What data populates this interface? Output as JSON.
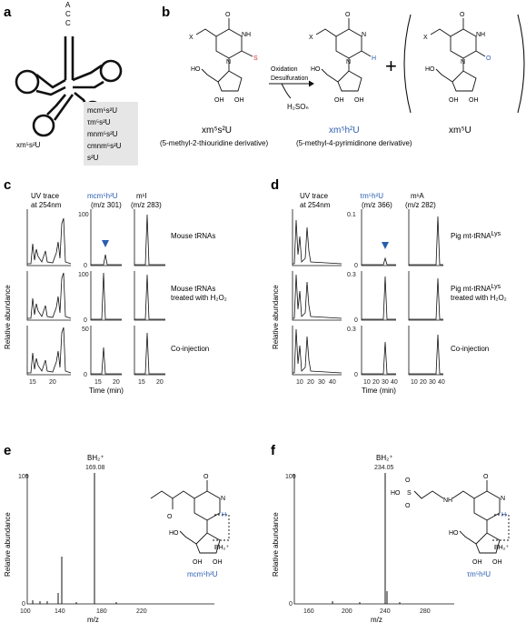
{
  "panels": {
    "a": {
      "label": "a",
      "acc": [
        "A",
        "C",
        "C"
      ],
      "mod_main": "xm⁵s²U",
      "mod_list": [
        "mcm⁵s²U",
        "τm⁵s²U",
        "mnm⁵s²U",
        "cmnm⁵s²U",
        "s²U"
      ]
    },
    "b": {
      "label": "b",
      "reaction_1": "Oxidation",
      "reaction_2": "Desulfuration",
      "byproduct": "H₂SOₙ",
      "sub1_name": "xm⁵s²U",
      "sub1_desc": "(5-methyl-2-thiouridine derivative)",
      "sub2_name": "xm⁵h²U",
      "sub2_desc": "(5-methyl-4-pyrimidinone derivative)",
      "sub3_name": "xm⁵U",
      "plus": "+",
      "atom_x": "X",
      "atom_o": "O",
      "atom_n": "N",
      "atom_nh": "NH",
      "atom_s": "S",
      "atom_h": "H",
      "atom_ho": "HO",
      "atom_oh": "OH"
    },
    "c": {
      "label": "c",
      "col_titles": [
        "UV trace",
        "at 254nm",
        "mcm⁵h²U",
        "(m/z 301)",
        "m¹I",
        "(m/z 283)"
      ],
      "row_labels": [
        "Mouse tRNAs",
        "Mouse tRNAs",
        "treated with H₂O₂",
        "Co-injection"
      ],
      "y_ticks": {
        "r1": [
          "100",
          "0"
        ],
        "r2": [
          "100",
          "0"
        ],
        "r3": [
          "50",
          "0"
        ]
      },
      "x_ticks": [
        "15",
        "20"
      ],
      "xlabel": "Time (min)",
      "ylabel": "Relative abundance"
    },
    "d": {
      "label": "d",
      "col_titles": [
        "UV trace",
        "at 254nm",
        "τm⁵h²U",
        "(m/z 366)",
        "m¹A",
        "(m/z 282)"
      ],
      "row_labels": [
        "Pig mt-tRNA",
        "Pig mt-tRNA",
        "treated with H₂O₂",
        "Co-injection"
      ],
      "superscript": "Lys",
      "y_ticks": {
        "r1": [
          "0.1",
          "0"
        ],
        "r2": [
          "0.3",
          "0"
        ],
        "r3": [
          "0.3",
          "0"
        ]
      },
      "x_ticks": [
        "10",
        "20",
        "30",
        "40"
      ],
      "xlabel": "Time (min)",
      "ylabel": "Relative abundance"
    },
    "e": {
      "label": "e",
      "peak_label": "BH₂⁺",
      "peak_mz": "169.08",
      "y_ticks": [
        "100",
        "0"
      ],
      "x_ticks": [
        "100",
        "140",
        "180",
        "220"
      ],
      "xlabel": "m/z",
      "ylabel": "Relative abundance",
      "compound": "mcm⁵h²U",
      "fragment": "BH₂⁺",
      "atom_o": "O",
      "atom_n": "N",
      "atom_h": "H",
      "atom_ho": "HO",
      "atom_oh": "OH"
    },
    "f": {
      "label": "f",
      "peak_label": "BH₂⁺",
      "peak_mz": "234.05",
      "y_ticks": [
        "100",
        "0"
      ],
      "x_ticks": [
        "160",
        "200",
        "240",
        "280"
      ],
      "xlabel": "m/z",
      "ylabel": "Relative abundance",
      "compound": "τm⁵h²U",
      "fragment": "BH₂⁺",
      "atom_o": "O",
      "atom_n": "N",
      "atom_nh": "NH",
      "atom_s": "S",
      "atom_h": "H",
      "atom_ho": "HO",
      "atom_oh": "OH"
    }
  },
  "colors": {
    "blue": "#2a5db0",
    "red": "#d12b2b",
    "box": "#e6e6e6"
  }
}
